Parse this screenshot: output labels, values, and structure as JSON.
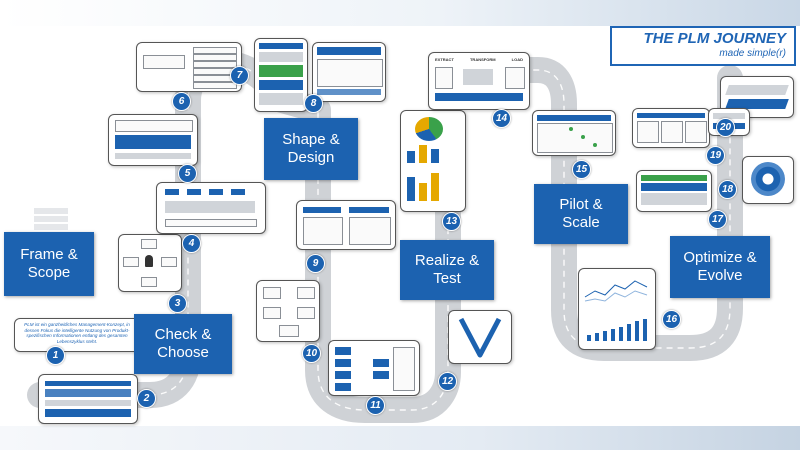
{
  "title": {
    "main": "THE PLM JOURNEY",
    "sub": "made simple(r)"
  },
  "phases": [
    {
      "id": "frame",
      "label": "Frame &\nScope"
    },
    {
      "id": "check",
      "label": "Check &\nChoose"
    },
    {
      "id": "shape",
      "label": "Shape &\nDesign"
    },
    {
      "id": "realize",
      "label": "Realize &\nTest"
    },
    {
      "id": "pilot",
      "label": "Pilot &\nScale"
    },
    {
      "id": "optimize",
      "label": "Optimize &\nEvolve"
    }
  ],
  "steps": [
    "1",
    "2",
    "3",
    "4",
    "5",
    "6",
    "7",
    "8",
    "9",
    "10",
    "11",
    "12",
    "13",
    "14",
    "15",
    "16",
    "17",
    "18",
    "19",
    "20"
  ],
  "callout1_text": "PLM ist ein ganzheitliches Management-Konzept, in dessen Fokus die intelligente Nutzung von Produkt-spezifischen Informationen entlang des gesamten Lebenszyklus steht.",
  "etl_labels": [
    "EXTRACT",
    "TRANSFORM",
    "LOAD"
  ],
  "colors": {
    "brand_blue": "#1c62b0",
    "road_gray": "#cfd2d6",
    "road_edge": "#b9bdc2"
  }
}
